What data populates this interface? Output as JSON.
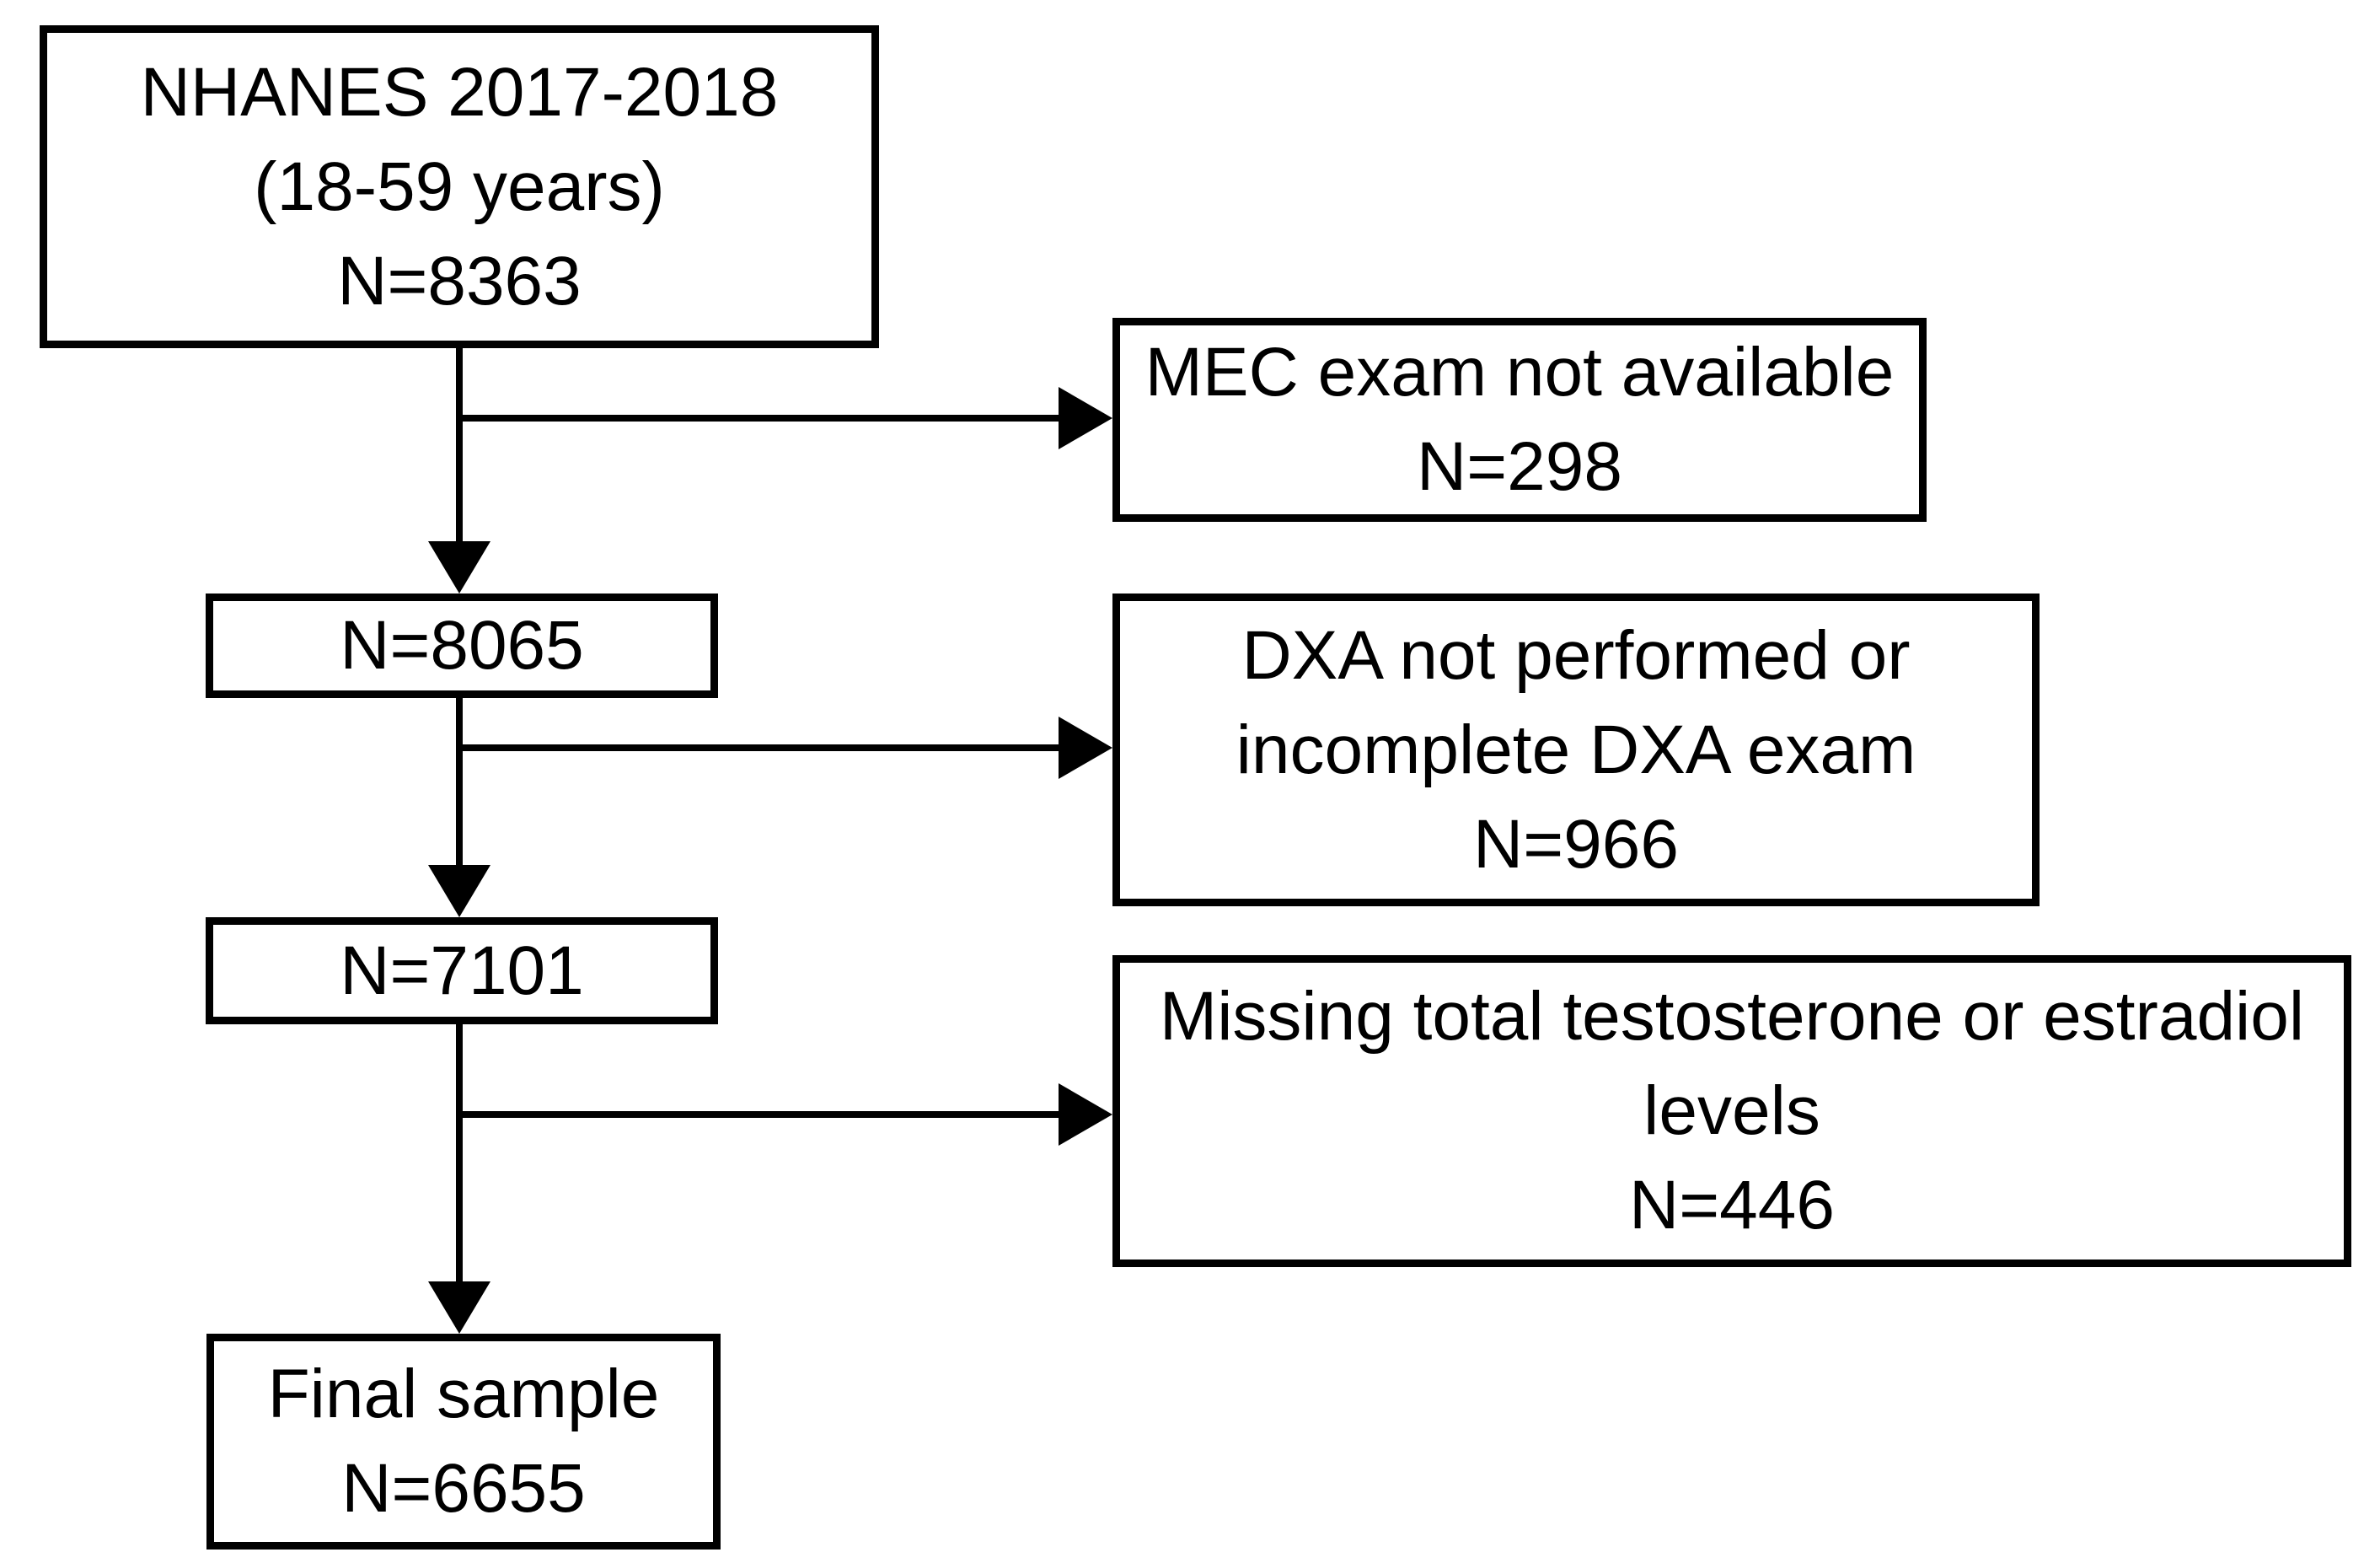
{
  "diagram": {
    "title_hint": "NHANES sample selection flowchart",
    "colors": {
      "background": "#ffffff",
      "line": "#000000",
      "text": "#000000"
    },
    "boxes": {
      "source": {
        "lines": [
          "NHANES 2017-2018",
          "(18-59 years)",
          "N=8363"
        ]
      },
      "mec_excluded": {
        "lines": [
          "MEC exam not available",
          "N=298"
        ]
      },
      "after_mec": {
        "lines": [
          "N=8065"
        ]
      },
      "dxa_excluded": {
        "lines": [
          "DXA not performed or",
          "incomplete DXA exam",
          "N=966"
        ]
      },
      "after_dxa": {
        "lines": [
          "N=7101"
        ]
      },
      "hormone_excluded": {
        "lines": [
          "Missing total testosterone or estradiol",
          "levels",
          "N=446"
        ]
      },
      "final_sample": {
        "lines": [
          "Final sample",
          "N=6655"
        ]
      }
    }
  }
}
